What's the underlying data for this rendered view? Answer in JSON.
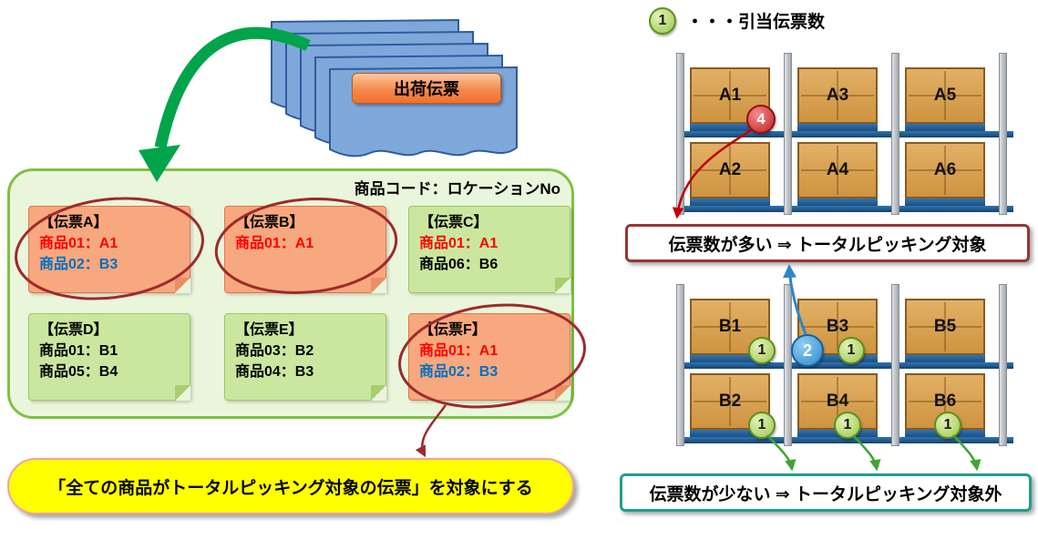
{
  "left": {
    "shipping_label": "出荷伝票",
    "container_header": "商品コード：ロケーションNo",
    "notes": [
      {
        "title": "【伝票A】",
        "lines": [
          {
            "text": "商品01：A1",
            "color": "red"
          },
          {
            "text": "商品02：B3",
            "color": "blue"
          }
        ]
      },
      {
        "title": "【伝票B】",
        "lines": [
          {
            "text": "商品01：A1",
            "color": "red"
          }
        ]
      },
      {
        "title": "【伝票C】",
        "lines": [
          {
            "text": "商品01：A1",
            "color": "red"
          },
          {
            "text": "商品06：B6",
            "color": "black"
          }
        ]
      },
      {
        "title": "【伝票D】",
        "lines": [
          {
            "text": "商品01：B1",
            "color": "black"
          },
          {
            "text": "商品05：B4",
            "color": "black"
          }
        ]
      },
      {
        "title": "【伝票E】",
        "lines": [
          {
            "text": "商品03：B2",
            "color": "black"
          },
          {
            "text": "商品04：B3",
            "color": "black"
          }
        ]
      },
      {
        "title": "【伝票F】",
        "lines": [
          {
            "text": "商品01：A1",
            "color": "red"
          },
          {
            "text": "商品02：B3",
            "color": "blue"
          }
        ]
      }
    ],
    "conclusion": "「全ての商品がトータルピッキング対象の伝票」を対象にする"
  },
  "right": {
    "legend": {
      "count": "1",
      "label": "・・・引当伝票数"
    },
    "rack_a": {
      "top": [
        "A1",
        "A3",
        "A5"
      ],
      "bottom": [
        "A2",
        "A4",
        "A6"
      ]
    },
    "rack_b": {
      "top": [
        "B1",
        "B3",
        "B5"
      ],
      "bottom": [
        "B2",
        "B4",
        "B6"
      ]
    },
    "badges": {
      "a1": "4",
      "b1": "1",
      "b3_total": "2",
      "b3": "1",
      "b2": "1",
      "b4": "1",
      "b6": "1"
    },
    "rule_high": "伝票数が多い ⇒ トータルピッキング対象",
    "rule_low": "伝票数が少ない ⇒ トータルピッキング対象外"
  },
  "colors": {
    "flow_arrow_green": "#00A44A",
    "circle_dark_red": "#9E2A2B",
    "note_salmon": "#F8A87E",
    "note_green": "#CBE79F",
    "container_border": "#7DC242",
    "highlight_yellow": "#FFFF00",
    "rule_high_border": "#963634",
    "rule_low_border": "#1F9E8E",
    "shelf_blue": "#1F5FA8",
    "carton_tan": "#D9A050",
    "badge_green": "#9CC84E",
    "badge_red": "#C21F1F",
    "badge_blue": "#2E86C8"
  }
}
